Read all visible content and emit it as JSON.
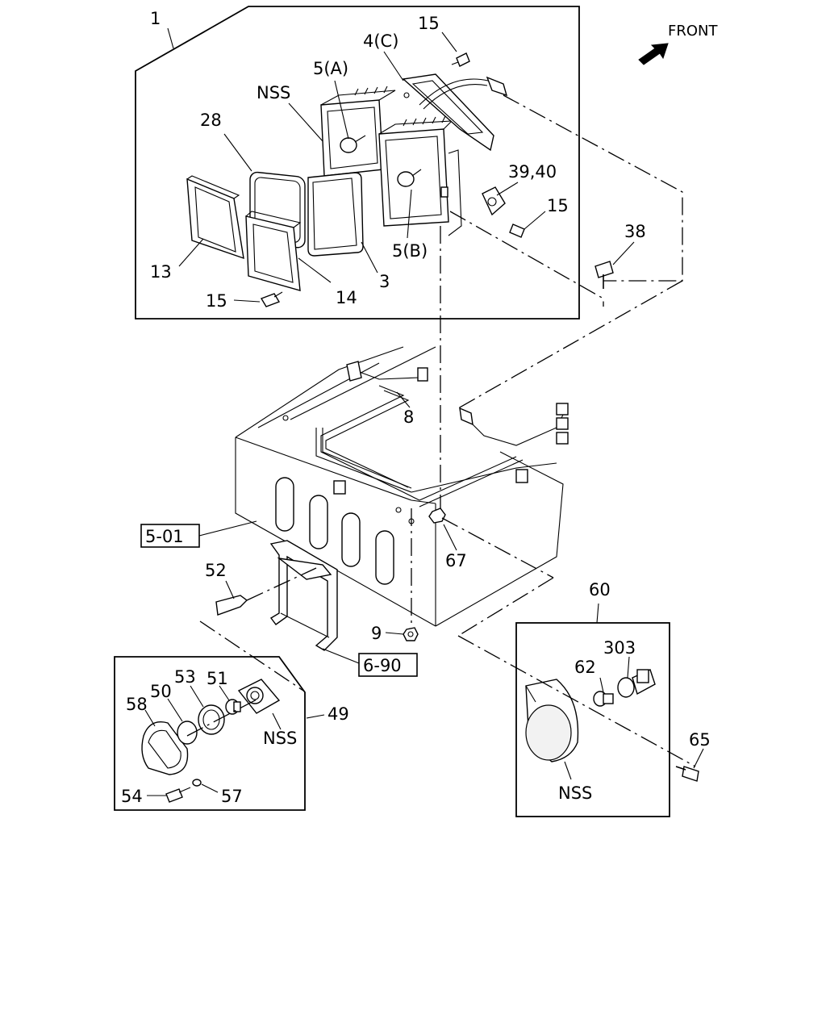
{
  "orientation": {
    "label": "FRONT"
  },
  "callouts": {
    "c1": "1",
    "c15a": "15",
    "c4c": "4(C)",
    "c5a": "5(A)",
    "nss_top": "NSS",
    "c28": "28",
    "c3940": "39,40",
    "c15b": "15",
    "c38": "38",
    "c13": "13",
    "c5b": "5(B)",
    "c3": "3",
    "c14": "14",
    "c15c": "15",
    "c8": "8",
    "c67": "67",
    "c52": "52",
    "c9": "9",
    "c60": "60",
    "c303": "303",
    "c62": "62",
    "c53": "53",
    "c50": "50",
    "c51": "51",
    "c58": "58",
    "c49": "49",
    "nss_left": "NSS",
    "c54": "54",
    "c57": "57",
    "nss_right": "NSS",
    "c65": "65"
  },
  "references": {
    "ref_501": "5-01",
    "ref_690": "6-90"
  }
}
